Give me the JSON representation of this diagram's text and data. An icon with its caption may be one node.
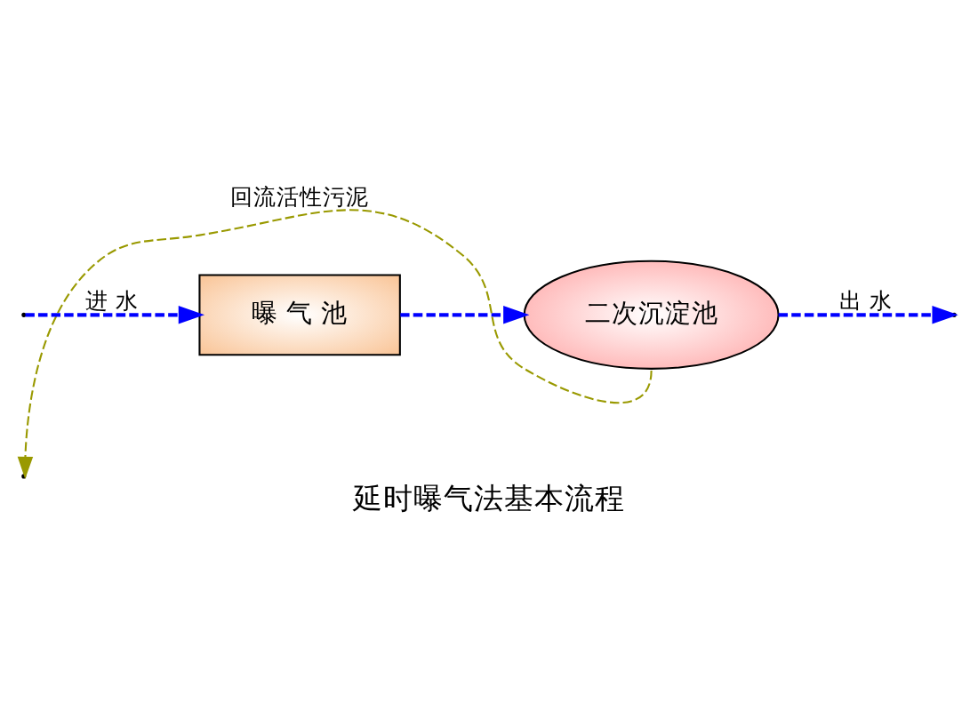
{
  "diagram": {
    "caption": "延时曝气法基本流程",
    "nodes": [
      {
        "text": [
          "曝 气 池"
        ]
      },
      {
        "text": [
          "二次沉淀池"
        ]
      }
    ],
    "edges": [
      {
        "from": null,
        "to": 0,
        "arrow": "to",
        "label": "进 水",
        "style": "dashed"
      },
      {
        "from": 0,
        "to": 1,
        "arrow": "to",
        "style": "dashed"
      },
      {
        "from": 1,
        "to": null,
        "arrow": "to",
        "label": "回流活性污泥",
        "style": "dashed",
        "color": "#999900"
      },
      {
        "from": 1,
        "to": null,
        "arrow": "to",
        "label": "出 水",
        "style": "dashed"
      }
    ]
  }
}
